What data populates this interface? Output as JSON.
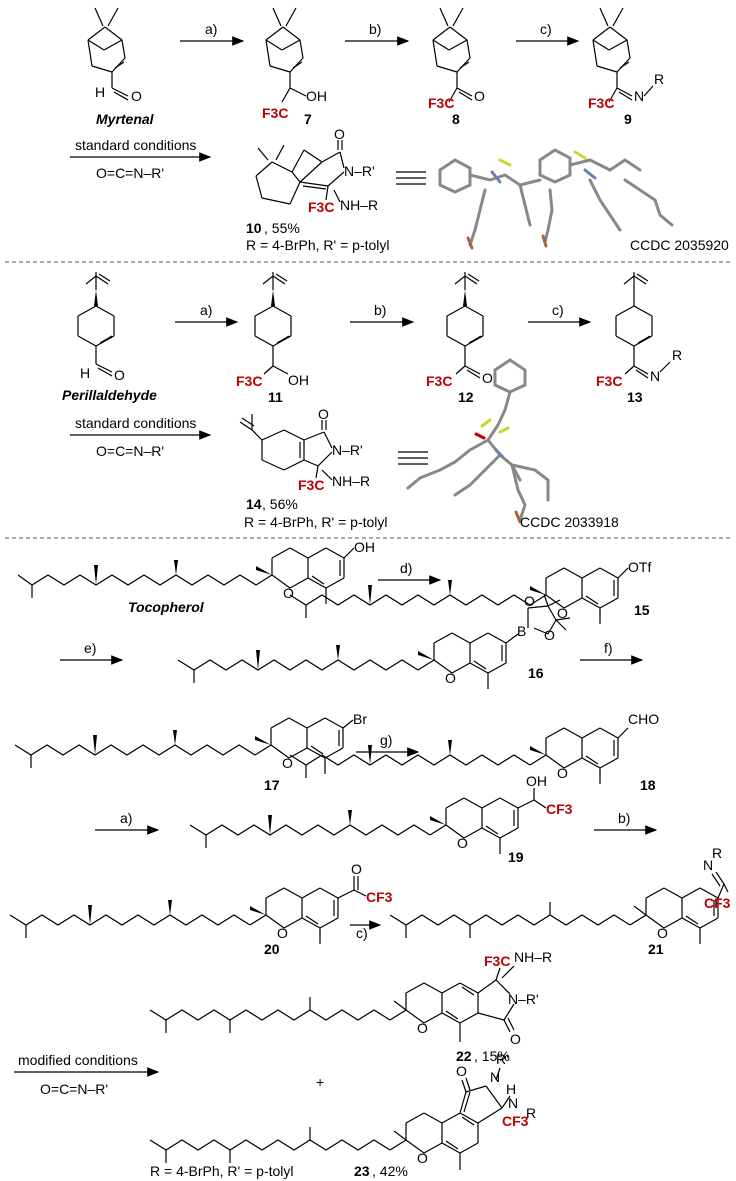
{
  "section1": {
    "myrtenal_name": "Myrtenal",
    "arrow_a": "a)",
    "arrow_b": "b)",
    "arrow_c": "c)",
    "cmpd7": "7",
    "cmpd8": "8",
    "cmpd9": "9",
    "cf3": "F3C",
    "oh": "OH",
    "o": "O",
    "n": "N",
    "r": "R",
    "standard": "standard conditions",
    "isocyanate": "O=C=N–R'",
    "cmpd10": "10",
    "yield10": ",  55%",
    "r_def": "R = 4-BrPh, R' = p-tolyl",
    "ccdc": "CCDC 2035920",
    "nr1": "N–R'",
    "nhr": "NH–R"
  },
  "section2": {
    "perill_name": "Perillaldehyde",
    "cmpd11": "11",
    "cmpd12": "12",
    "cmpd13": "13",
    "cmpd14": "14",
    "yield14": " ,  56%",
    "r_def": "R = 4-BrPh, R' = p-tolyl",
    "ccdc": "CCDC 2033918"
  },
  "section3": {
    "toco_name": "Tocopherol",
    "arrow_d": "d)",
    "arrow_e": "e)",
    "arrow_f": "f)",
    "arrow_g": "g)",
    "arrow_a": "a)",
    "arrow_b": "b)",
    "arrow_c": "c)",
    "otf": "OTf",
    "br": "Br",
    "cho": "CHO",
    "cf3": "CF3",
    "cmpd15": "15",
    "cmpd16": "16",
    "cmpd17": "17",
    "cmpd18": "18",
    "cmpd19": "19",
    "cmpd20": "20",
    "cmpd21": "21",
    "cmpd22": "22",
    "yield22": ",  15%",
    "cmpd23": "23",
    "yield23": ",  42%",
    "modified": "modified conditions",
    "isocyanate": "O=C=N–R'",
    "plus": "+",
    "r_def": "R = 4-BrPh, R' = p-tolyl",
    "bpin_b": "B",
    "oh": "OH"
  }
}
